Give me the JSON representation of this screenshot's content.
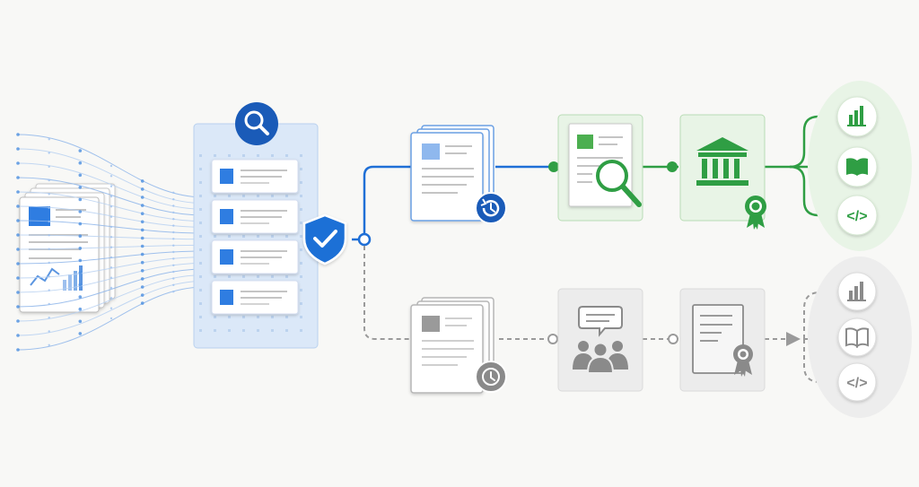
{
  "colors": {
    "background": "#f8f8f6",
    "blue_primary": "#1f6fd6",
    "blue_dark": "#1a5bb8",
    "blue_panel": "#dbe8f8",
    "green_primary": "#2f9e44",
    "green_panel": "#e8f4e6",
    "gray_primary": "#8a8a8a",
    "gray_panel": "#ececec"
  },
  "diagram": {
    "source": {
      "icon": "chart-document-stack-icon"
    },
    "index_panel": {
      "icon": "search-icon",
      "cards": 4
    },
    "gate": {
      "icon": "shield-check-icon"
    },
    "upper_path": {
      "status": "active",
      "stages": [
        "document-history-icon",
        "review-magnifier-icon",
        "institution-award-icon"
      ],
      "outputs": [
        "bar-chart-icon",
        "open-book-icon",
        "code-icon"
      ],
      "code_label": "</>"
    },
    "lower_path": {
      "status": "pending",
      "stages": [
        "document-clock-icon",
        "people-discussion-icon",
        "certificate-icon"
      ],
      "outputs": [
        "bar-chart-icon",
        "open-book-icon",
        "code-icon"
      ],
      "code_label": "</>"
    }
  }
}
